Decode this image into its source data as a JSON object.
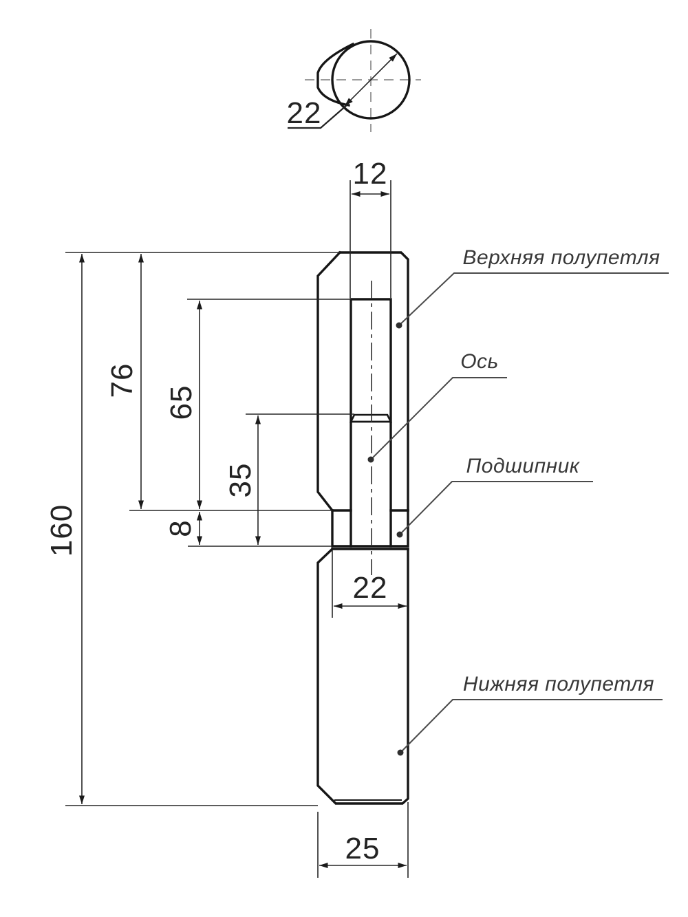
{
  "drawing": {
    "top_view": {
      "diameter": "22"
    },
    "dimensions": {
      "total_height": "160",
      "upper_leaf_height": "76",
      "bore_depth": "65",
      "pin_height": "35",
      "bearing_thickness": "8",
      "pin_diameter": "12",
      "knuckle_diameter": "22",
      "leaf_width": "25"
    },
    "callouts": {
      "upper_leaf": "Верхняя полупетля",
      "pin": "Ось",
      "bearing": "Подшипник",
      "lower_leaf": "Нижняя полупетля"
    },
    "colors": {
      "outline": "#161616",
      "dimension": "#262626",
      "leader": "#4a4a4a",
      "centerline_top_view": "#9c9c9c",
      "background": "#ffffff"
    }
  }
}
